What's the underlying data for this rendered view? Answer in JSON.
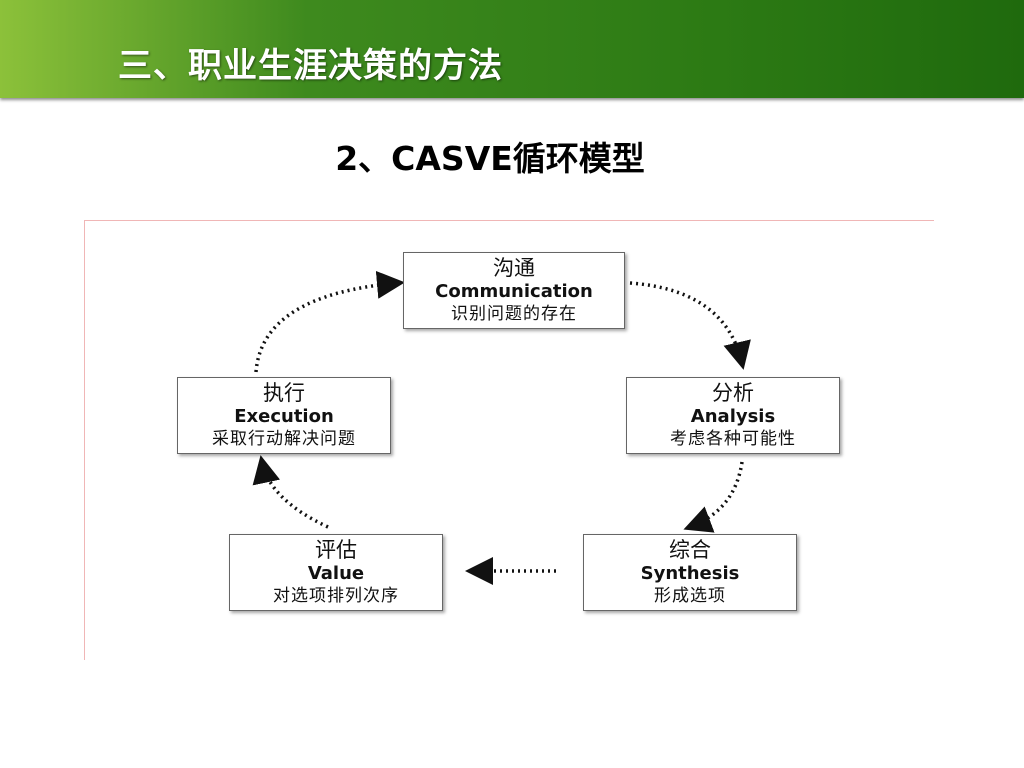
{
  "header": {
    "title": "三、职业生涯决策的方法"
  },
  "subtitle": "2、CASVE循环模型",
  "diagram": {
    "nodes": [
      {
        "id": "communication",
        "zh": "沟通",
        "en": "Communication",
        "desc": "识别问题的存在"
      },
      {
        "id": "analysis",
        "zh": "分析",
        "en": "Analysis",
        "desc": "考虑各种可能性"
      },
      {
        "id": "synthesis",
        "zh": "综合",
        "en": "Synthesis",
        "desc": "形成选项"
      },
      {
        "id": "value",
        "zh": "评估",
        "en": "Value",
        "desc": "对选项排列次序"
      },
      {
        "id": "execution",
        "zh": "执行",
        "en": "Execution",
        "desc": "采取行动解决问题"
      }
    ]
  }
}
